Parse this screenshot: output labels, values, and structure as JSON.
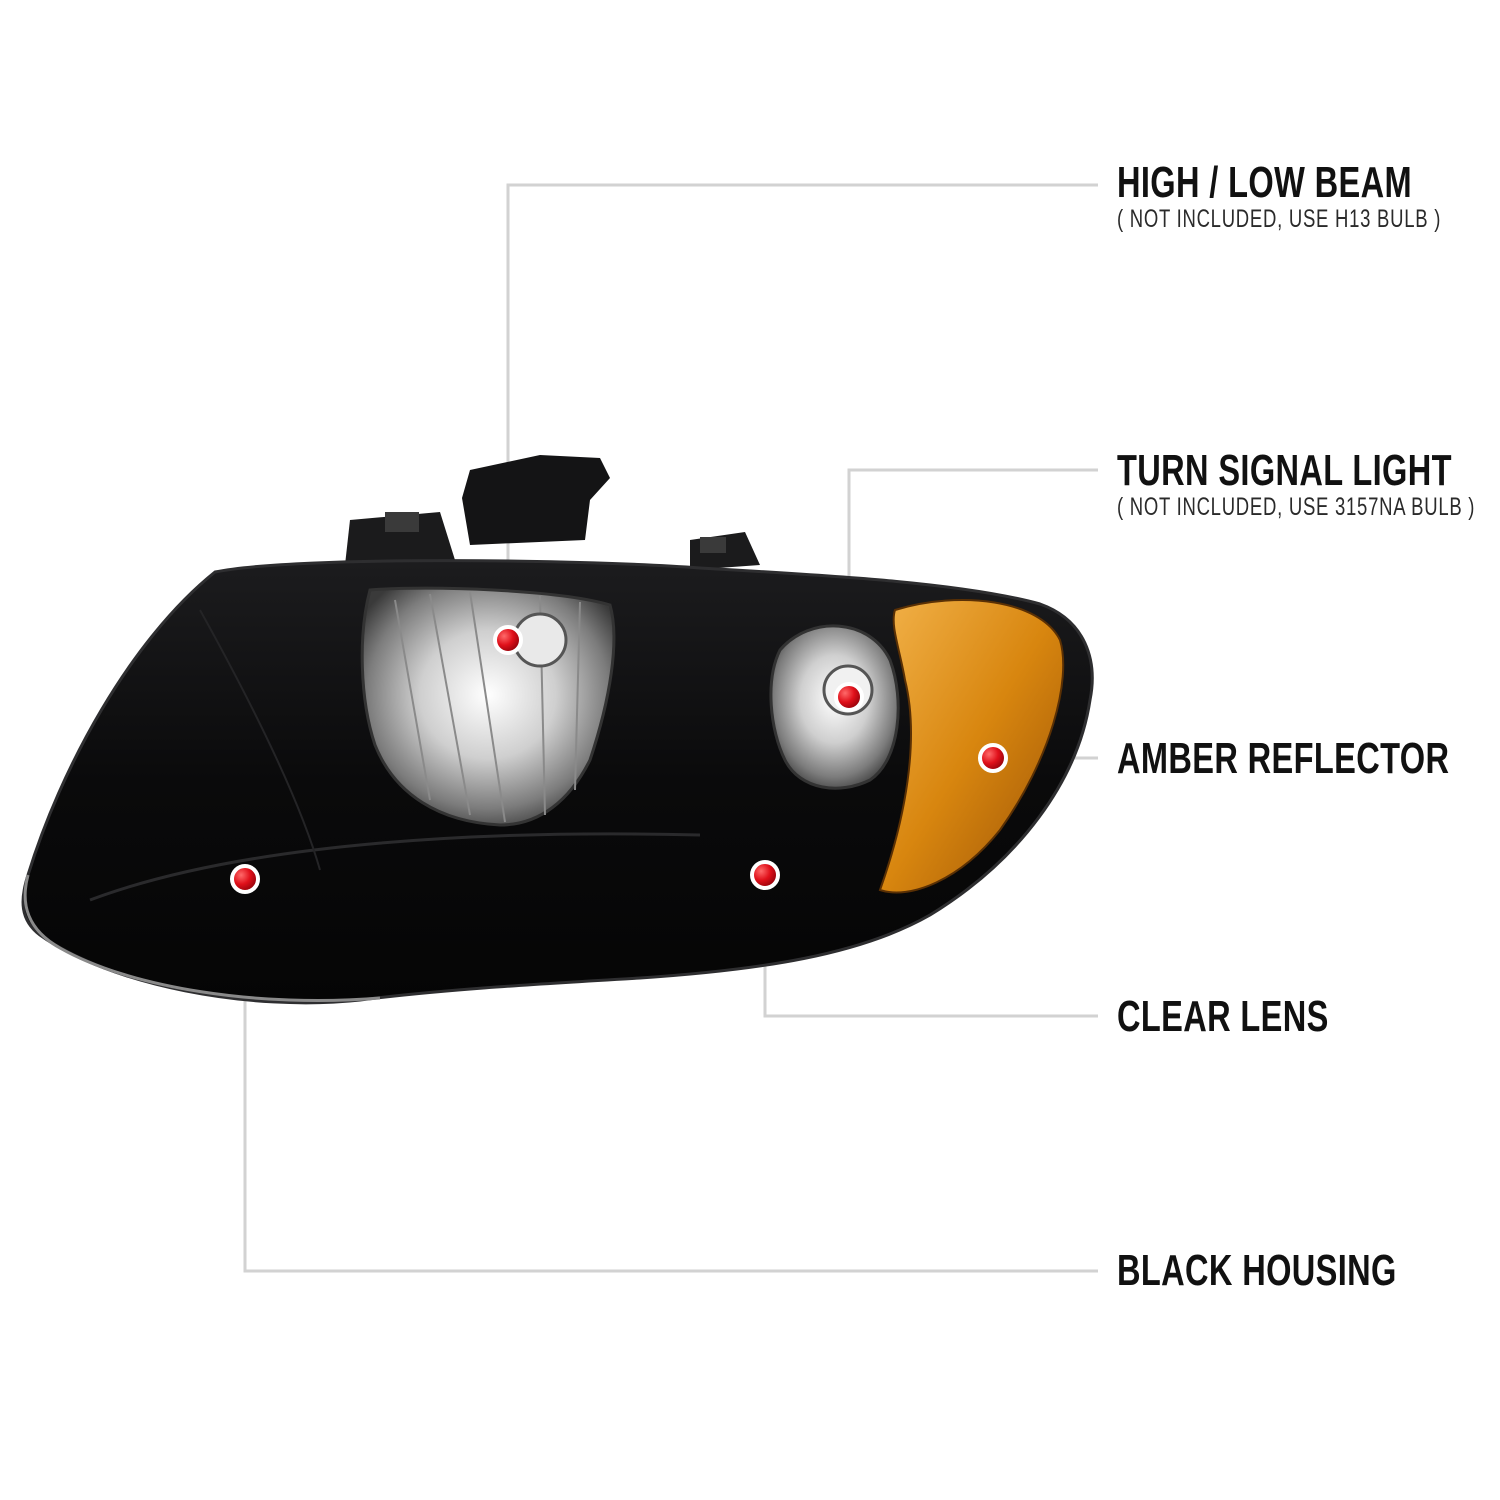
{
  "callouts": [
    {
      "id": "high-low-beam",
      "title": "HIGH / LOW BEAM",
      "note": "( NOT INCLUDED, USE  H13  BULB )"
    },
    {
      "id": "turn-signal-light",
      "title": "TURN SIGNAL LIGHT",
      "note": "( NOT INCLUDED, USE  3157NA  BULB )"
    },
    {
      "id": "amber-reflector",
      "title": "AMBER REFLECTOR",
      "note": ""
    },
    {
      "id": "clear-lens",
      "title": "CLEAR LENS",
      "note": ""
    },
    {
      "id": "black-housing",
      "title": "BLACK HOUSING",
      "note": ""
    }
  ],
  "colors": {
    "housing": "#0b0b0c",
    "amber": "#d8860f",
    "marker": "#e0101a",
    "leader_line": "#d2d2d2",
    "text": "#111111"
  }
}
